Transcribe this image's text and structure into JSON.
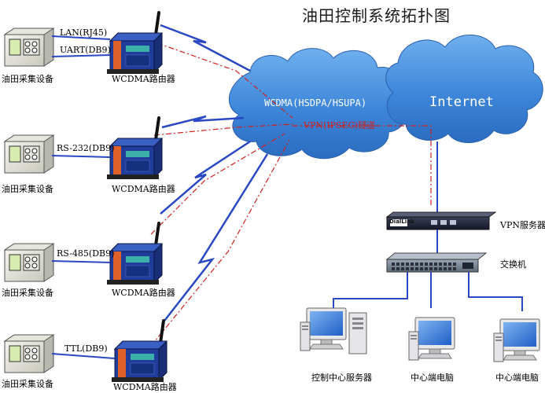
{
  "title": "油田控制系统拓扑图",
  "wan": {
    "wcdma_label": "WCDMA(HSDPA/HSUPA)",
    "internet_label": "Internet",
    "vpn_tunnel_label": "VPN(IPSEC)隧道"
  },
  "sites": [
    {
      "device_label": "油田采集设备",
      "router_label": "WCDMA路由器",
      "link_labels": [
        "LAN(RJ45)",
        "UART(DB9)"
      ]
    },
    {
      "device_label": "油田采集设备",
      "router_label": "WCDMA路由器",
      "link_labels": [
        "RS-232(DB9)"
      ]
    },
    {
      "device_label": "油田采集设备",
      "router_label": "WCDMA路由器",
      "link_labels": [
        "RS-485(DB9)"
      ]
    },
    {
      "device_label": "油田采集设备",
      "router_label": "WCDMA路由器",
      "link_labels": [
        "TTL(DB9)"
      ]
    }
  ],
  "center": {
    "vpn_server_label": "VPN服务器",
    "vpn_brand": "DialLink",
    "switch_label": "交换机",
    "clients": [
      {
        "label": "控制中心服务器"
      },
      {
        "label": "中心端电脑"
      },
      {
        "label": "中心端电脑"
      }
    ]
  },
  "colors": {
    "cloud": "#3d86d9",
    "link_blue": "#2a48c4",
    "tunnel_red": "#d02020",
    "router_body": "#1f3c9a",
    "router_side": "#e0602a"
  }
}
